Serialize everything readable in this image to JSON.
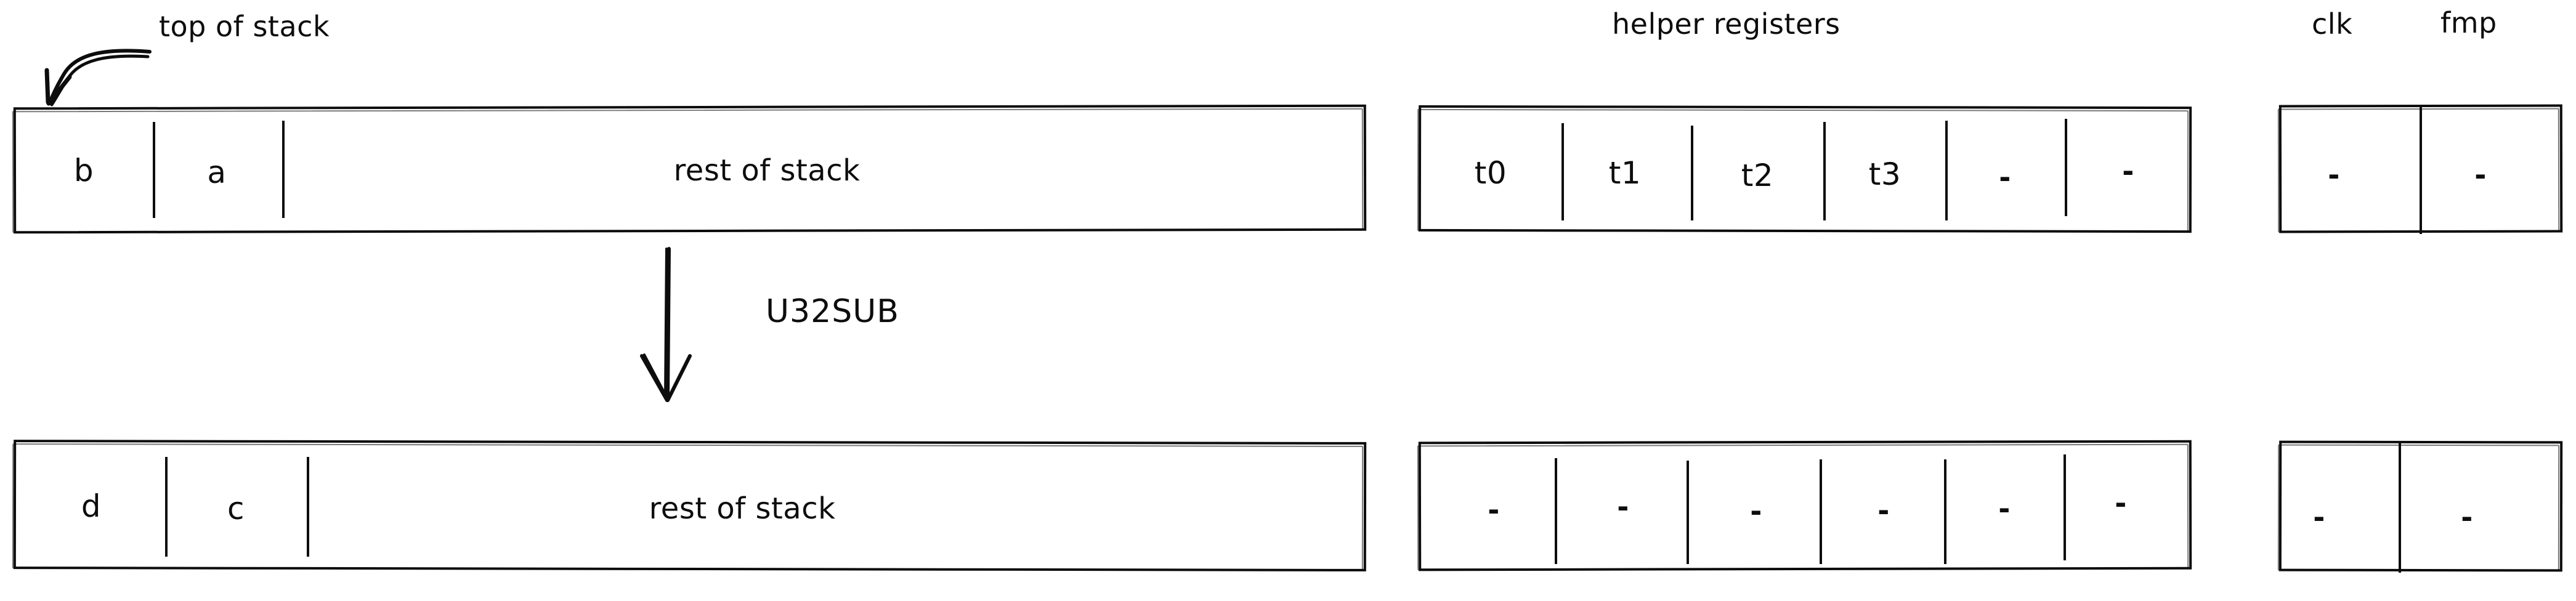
{
  "diagram": {
    "title_annotation": "top of stack",
    "operation": "U32SUB",
    "captions": {
      "top_of_stack": "top of stack",
      "helper_registers": "helper registers",
      "clk": "clk",
      "fmp": "fmp"
    },
    "icons": {
      "pointer_arrow": "curved-arrow-icon",
      "transition_arrow": "down-arrow-icon"
    },
    "colors": {
      "ink": "#0d0d0d",
      "paper": "#ffffff"
    },
    "rows": [
      {
        "id": "before",
        "stack": {
          "cells": [
            "b",
            "a"
          ],
          "rest_label": "rest of stack"
        },
        "helper_registers": {
          "cells": [
            "t0",
            "t1",
            "t2",
            "t3",
            "-",
            "-"
          ]
        },
        "clk_fmp": {
          "cells": [
            "-",
            "-"
          ]
        }
      },
      {
        "id": "after",
        "stack": {
          "cells": [
            "d",
            "c"
          ],
          "rest_label": "rest of stack"
        },
        "helper_registers": {
          "cells": [
            "-",
            "-",
            "-",
            "-",
            "-",
            "-"
          ]
        },
        "clk_fmp": {
          "cells": [
            "-",
            "-"
          ]
        }
      }
    ]
  }
}
